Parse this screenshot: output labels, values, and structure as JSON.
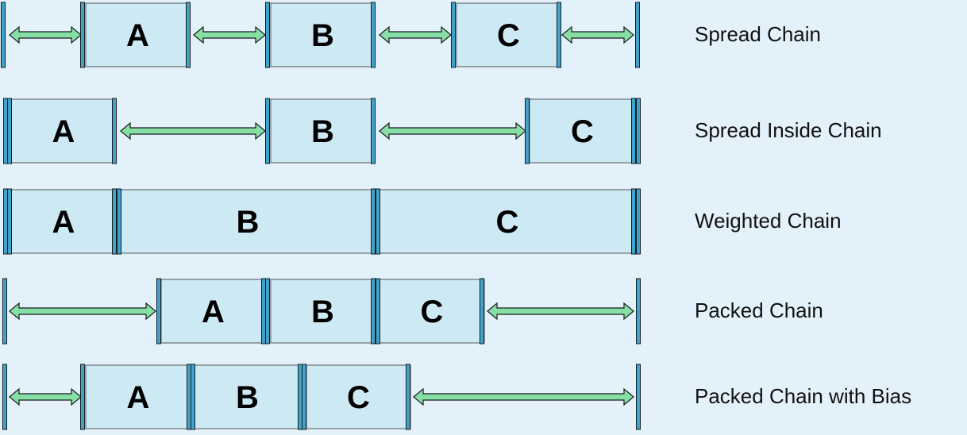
{
  "colors": {
    "background": "#e3f1fb",
    "box_fill": "#cdeaf4",
    "box_stroke": "#555555",
    "bar_fill": "#3fa3cc",
    "bar_stroke": "#1b1b1b",
    "arrow_fill": "#86e0a6",
    "arrow_stroke": "#1b1b1b"
  },
  "rows": [
    {
      "label": "Spread Chain",
      "widgets": [
        "A",
        "B",
        "C"
      ]
    },
    {
      "label": "Spread Inside Chain",
      "widgets": [
        "A",
        "B",
        "C"
      ]
    },
    {
      "label": "Weighted Chain",
      "widgets": [
        "A",
        "B",
        "C"
      ]
    },
    {
      "label": "Packed Chain",
      "widgets": [
        "A",
        "B",
        "C"
      ]
    },
    {
      "label": "Packed Chain with Bias",
      "widgets": [
        "A",
        "B",
        "C"
      ]
    }
  ]
}
